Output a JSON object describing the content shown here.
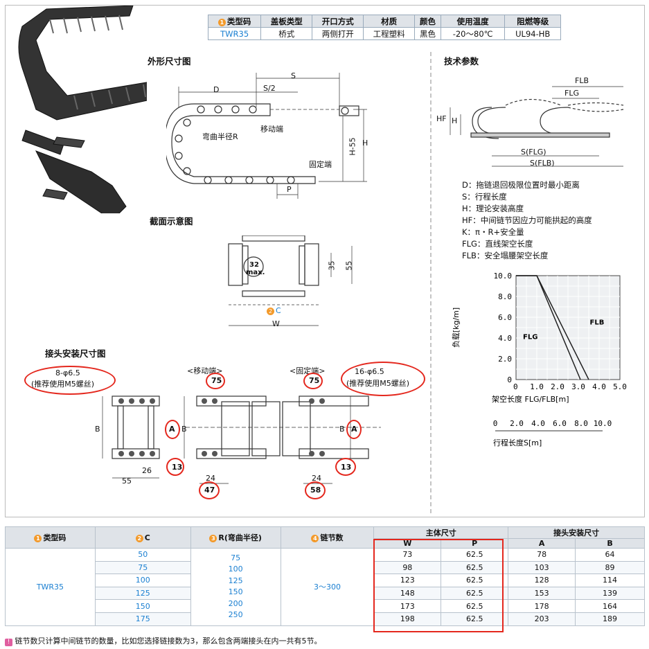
{
  "spec_table": {
    "headers": [
      "类型码",
      "盖板类型",
      "开口方式",
      "材质",
      "颜色",
      "使用温度",
      "阻燃等级"
    ],
    "header_badge": "1",
    "row": [
      "TWR35",
      "桥式",
      "两侧打开",
      "工程塑料",
      "黑色",
      "-20～80℃",
      "UL94-HB"
    ]
  },
  "sections": {
    "outline": "外形尺寸图",
    "tech": "技术参数",
    "section_view": "截面示意图",
    "joint": "接头安装尺寸图"
  },
  "outline_labels": {
    "S": "S",
    "D": "D",
    "S2": "S/2",
    "H55": "H-55",
    "H": "H",
    "bend": "弯曲半径R",
    "moving": "移动端",
    "fixed": "固定端",
    "P": "P"
  },
  "tech_labels": {
    "FLB": "FLB",
    "FLG": "FLG",
    "HF": "HF",
    "H": "H",
    "S_FLG": "S(FLG)",
    "S_FLB": "S(FLB)"
  },
  "definitions": [
    "D：拖链退回极限位置时最小距离",
    "S：行程长度",
    "H：理论安装高度",
    "HF：中间链节因应力可能拱起的高度",
    "K：π・R+安全量",
    "FLG：直线架空长度",
    "FLB：安全塌腰架空长度"
  ],
  "section_labels": {
    "max_num": "32",
    "max_txt": "max.",
    "h35": "35",
    "h55": "55",
    "C": "C",
    "C_badge": "2",
    "W": "W"
  },
  "chart_data": {
    "type": "line",
    "ylabel": "负载[kg/m]",
    "xlabel": "架空长度 FLG/FLB[m]",
    "x2label": "行程长度S[m]",
    "yticks": [
      "10.0",
      "8.0",
      "6.0",
      "4.0",
      "2.0",
      "0"
    ],
    "xticks": [
      "1.0",
      "2.0",
      "3.0",
      "4.0",
      "5.0"
    ],
    "x2ticks": [
      "0",
      "2.0",
      "4.0",
      "6.0",
      "8.0",
      "10.0"
    ],
    "ylim": [
      0,
      10
    ],
    "xlim": [
      0,
      5
    ],
    "series": [
      {
        "name": "FLG",
        "x": [
          0,
          1.0,
          3.1
        ],
        "y": [
          10,
          10,
          0
        ]
      },
      {
        "name": "FLB",
        "x": [
          0,
          1.0,
          3.5
        ],
        "y": [
          10,
          10,
          0
        ]
      }
    ]
  },
  "joint_labels": {
    "left_holes": "8-φ6.5",
    "left_note": "(推荐使用M5螺丝)",
    "right_holes": "16-φ6.5",
    "right_note": "(推荐使用M5螺丝)",
    "moving_end": "<移动端>",
    "fixed_end": "<固定端>",
    "v75a": "75",
    "v75b": "75",
    "B": "B",
    "A": "A",
    "v55": "55",
    "v26": "26",
    "v13a": "13",
    "v13b": "13",
    "v24a": "24",
    "v24b": "24",
    "v47": "47",
    "v58": "58"
  },
  "data_table": {
    "h_type": "类型码",
    "b_type": "1",
    "h_c": "C",
    "b_c": "2",
    "h_r": "R(弯曲半径)",
    "b_r": "3",
    "h_links": "链节数",
    "b_links": "4",
    "h_main": "主体尺寸",
    "h_joint": "接头安装尺寸",
    "h_W": "W",
    "h_P": "P",
    "h_A": "A",
    "h_B": "B",
    "type_code": "TWR35",
    "c_values": [
      "50",
      "75",
      "100",
      "125",
      "150",
      "175"
    ],
    "r_values": [
      "75",
      "100",
      "125",
      "150",
      "200",
      "250"
    ],
    "links": "3～300",
    "rows": [
      [
        "73",
        "62.5",
        "78",
        "64"
      ],
      [
        "98",
        "62.5",
        "103",
        "89"
      ],
      [
        "123",
        "62.5",
        "128",
        "114"
      ],
      [
        "148",
        "62.5",
        "153",
        "139"
      ],
      [
        "173",
        "62.5",
        "178",
        "164"
      ],
      [
        "198",
        "62.5",
        "203",
        "189"
      ]
    ]
  },
  "footnote": "链节数只计算中间链节的数量，比如您选择链接数为3，那么包含两端接头在内一共有5节。",
  "colors": {
    "badge": "#f39a2b",
    "highlight": "#e4271d",
    "blue_text": "#1a7fd1",
    "header_bg": "#dfe3e8"
  }
}
